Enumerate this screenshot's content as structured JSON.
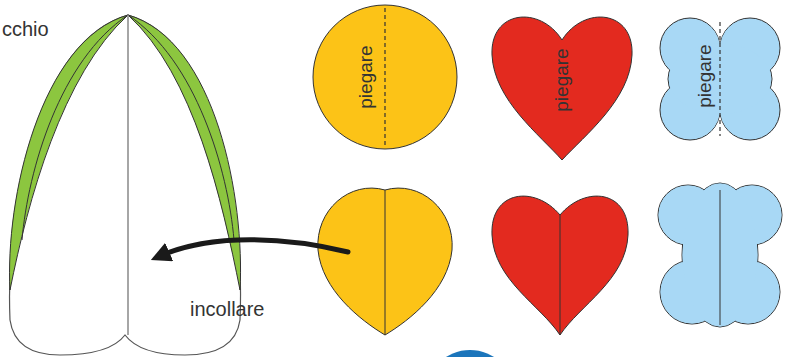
{
  "diagram": {
    "nodes": [
      {
        "text": [
          "piegare"
        ]
      },
      {
        "text": [
          "piegare"
        ]
      },
      {
        "text": [
          "piegare"
        ]
      }
    ],
    "labels": [
      "cchio",
      "incollare"
    ]
  }
}
